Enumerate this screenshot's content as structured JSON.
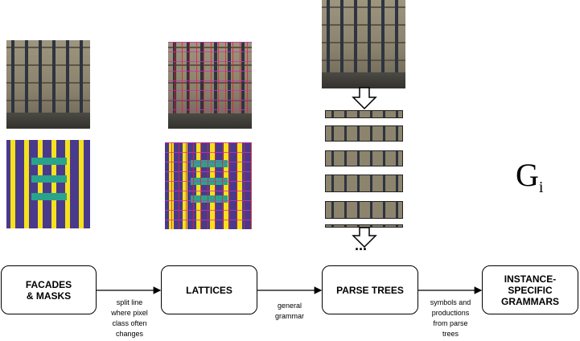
{
  "nodes": {
    "facades": "FACADES\n& MASKS",
    "lattices": "LATTICES",
    "parse_trees": "PARSE TREES",
    "grammars": "INSTANCE-\nSPECIFIC\nGRAMMARS"
  },
  "edge_labels": {
    "split": "split line\nwhere pixel\nclass often\nchanges",
    "general": "general\ngrammar",
    "symbols": "symbols and\nproductions\nfrom parse\ntrees"
  },
  "symbol": {
    "base": "G",
    "sub": "i"
  },
  "ellipsis": "...",
  "colors": {
    "mask_background": "#4a3a8c",
    "mask_window": "#f5e11c",
    "mask_balcony": "#2aa38c",
    "lattice_red": "#e0242a",
    "lattice_magenta": "#d02fc8"
  },
  "icons": [
    "down-arrow-icon"
  ]
}
